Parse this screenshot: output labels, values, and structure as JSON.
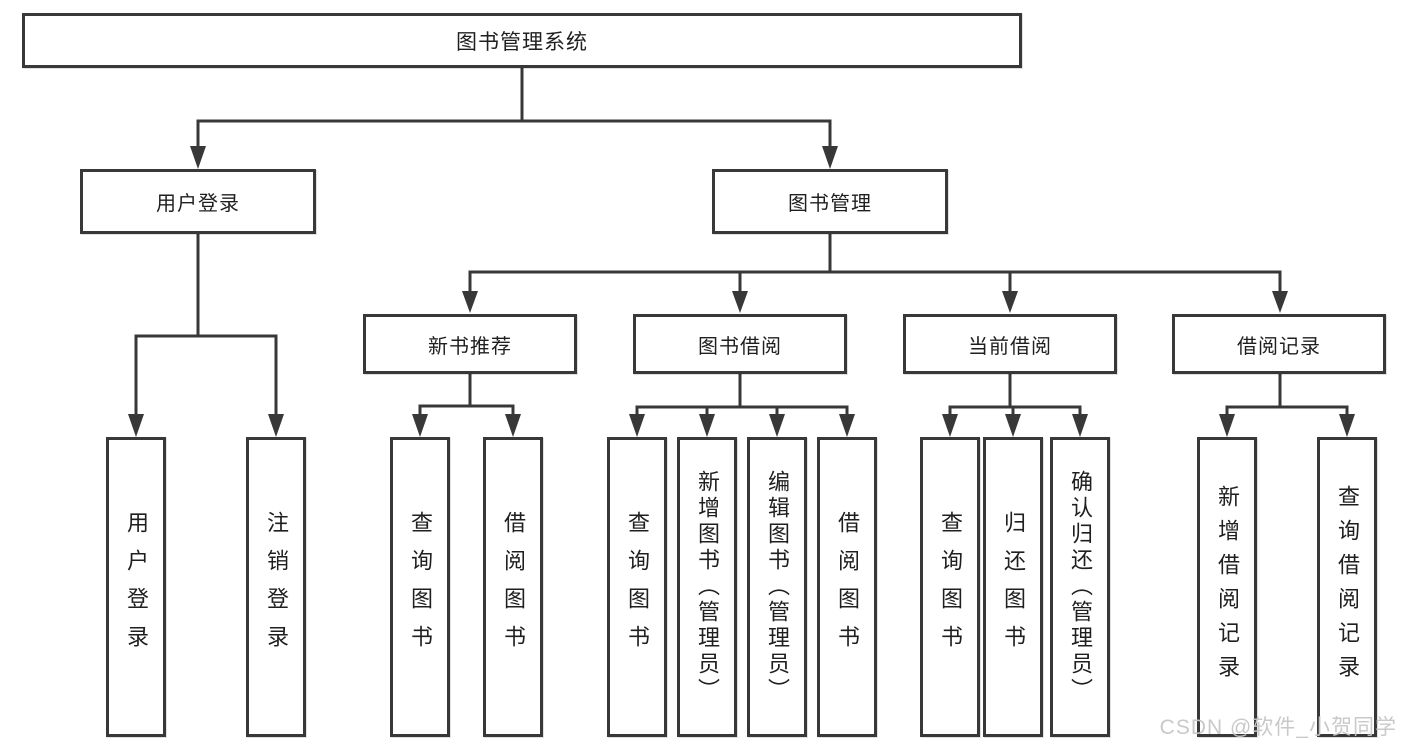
{
  "diagram": {
    "root": {
      "label": "图书管理系统"
    },
    "branches": [
      {
        "label": "用户登录",
        "children": [
          {
            "label": "用户登录"
          },
          {
            "label": "注销登录"
          }
        ]
      },
      {
        "label": "图书管理",
        "sections": [
          {
            "label": "新书推荐",
            "children": [
              {
                "label": "查询图书"
              },
              {
                "label": "借阅图书"
              }
            ]
          },
          {
            "label": "图书借阅",
            "children": [
              {
                "label": "查询图书"
              },
              {
                "label": "新增图书（管理员）"
              },
              {
                "label": "编辑图书（管理员）"
              },
              {
                "label": "借阅图书"
              }
            ]
          },
          {
            "label": "当前借阅",
            "children": [
              {
                "label": "查询图书"
              },
              {
                "label": "归还图书"
              },
              {
                "label": "确认归还（管理员）"
              }
            ]
          },
          {
            "label": "借阅记录",
            "children": [
              {
                "label": "新增借阅记录"
              },
              {
                "label": "查询借阅记录"
              }
            ]
          }
        ]
      }
    ]
  },
  "watermark": {
    "text": "CSDN @软件_小贺同学"
  },
  "colors": {
    "line": "#383838",
    "box_border": "#383838",
    "text": "#1f1f1f",
    "background": "#ffffff",
    "watermark": "#c6c6c6"
  }
}
